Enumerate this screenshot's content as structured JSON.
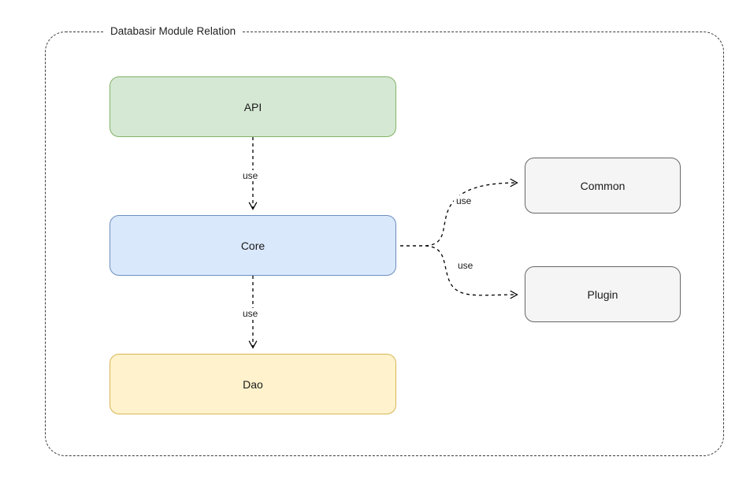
{
  "diagram": {
    "title": "Databasir Module Relation",
    "nodes": [
      {
        "id": "api",
        "label": "API",
        "fill": "#d5e8d4",
        "stroke": "#82b366"
      },
      {
        "id": "core",
        "label": "Core",
        "fill": "#dae8fc",
        "stroke": "#6c8ebf"
      },
      {
        "id": "dao",
        "label": "Dao",
        "fill": "#fff2cc",
        "stroke": "#d6b656"
      },
      {
        "id": "common",
        "label": "Common",
        "fill": "#f5f5f5",
        "stroke": "#666666"
      },
      {
        "id": "plugin",
        "label": "Plugin",
        "fill": "#f5f5f5",
        "stroke": "#666666"
      }
    ],
    "edges": [
      {
        "id": "api-core",
        "from": "API",
        "to": "Core",
        "label": "use",
        "style": "dashed",
        "arrow": "open"
      },
      {
        "id": "core-dao",
        "from": "Core",
        "to": "Dao",
        "label": "use",
        "style": "dashed",
        "arrow": "open"
      },
      {
        "id": "core-common",
        "from": "Core",
        "to": "Common",
        "label": "use",
        "style": "dashed",
        "arrow": "open"
      },
      {
        "id": "core-plugin",
        "from": "Core",
        "to": "Plugin",
        "label": "use",
        "style": "dashed",
        "arrow": "open"
      }
    ],
    "frame": {
      "style": "dashed",
      "color": "#3b3b3b"
    }
  }
}
